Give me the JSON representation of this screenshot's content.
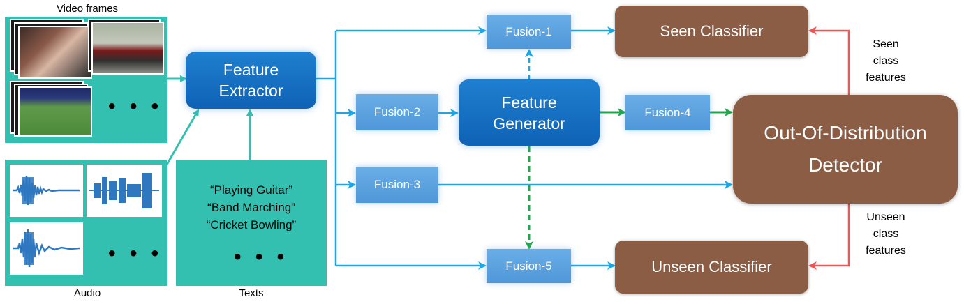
{
  "inputs": {
    "video_label": "Video frames",
    "audio_label": "Audio",
    "texts_label": "Texts",
    "ellipsis": "• • •",
    "text_lines": [
      "“Playing Guitar”",
      "“Band Marching”",
      "“Cricket Bowling”"
    ]
  },
  "nodes": {
    "feature_extractor": "Feature Extractor",
    "feature_generator": "Feature Generator",
    "fusion_1": "Fusion-1",
    "fusion_2": "Fusion-2",
    "fusion_3": "Fusion-3",
    "fusion_4": "Fusion-4",
    "fusion_5": "Fusion-5",
    "seen_classifier": "Seen Classifier",
    "unseen_classifier": "Unseen Classifier",
    "ood_line1": "Out-Of-Distribution",
    "ood_line2": "Detector"
  },
  "edge_labels": {
    "seen": [
      "Seen",
      "class",
      "features"
    ],
    "unseen": [
      "Unseen",
      "class",
      "features"
    ]
  },
  "colors": {
    "teal": "#34c0b0",
    "blue_arrow": "#1aa7e8",
    "green_arrow": "#1fa84a",
    "red_arrow": "#f05555",
    "brown_node": "#8b5d45",
    "blue_node": "#0f62b5",
    "fusion_node": "#5aa2df"
  }
}
